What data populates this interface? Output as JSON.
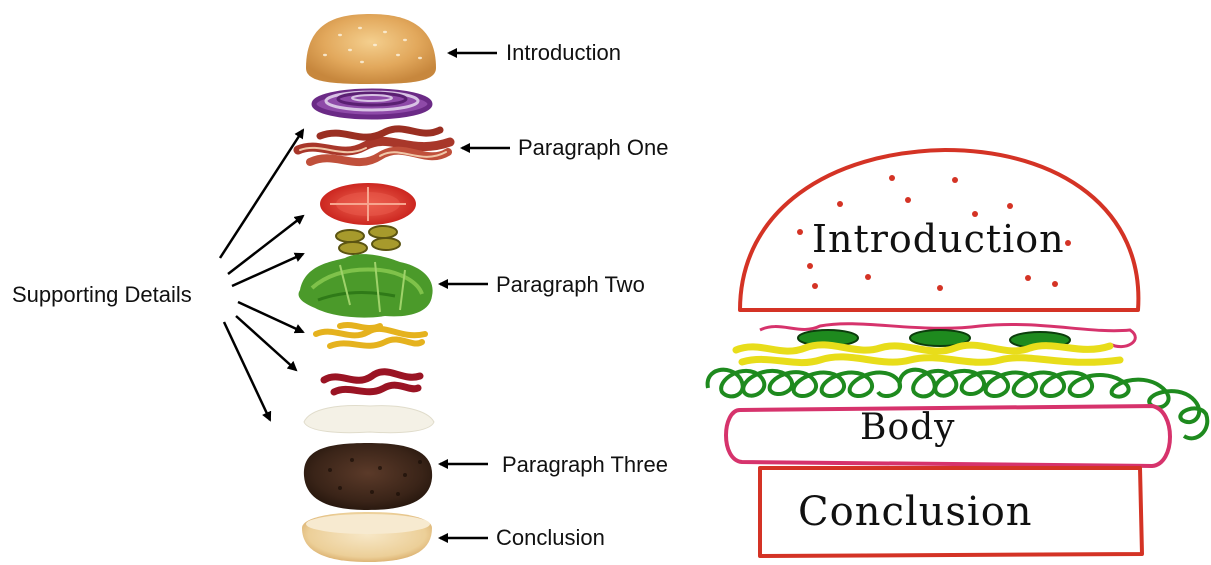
{
  "photo_stack": {
    "labels": {
      "introduction": "Introduction",
      "paragraph_one": "Paragraph One",
      "paragraph_two": "Paragraph Two",
      "paragraph_three": "Paragraph Three",
      "conclusion": "Conclusion",
      "supporting_details": "Supporting Details"
    },
    "layers": [
      "top-bun",
      "onion",
      "bacon",
      "tomato",
      "pickles",
      "lettuce",
      "mustard",
      "ketchup",
      "mayo",
      "patty",
      "bottom-bun"
    ]
  },
  "drawing": {
    "labels": {
      "introduction": "Introduction",
      "body": "Body",
      "conclusion": "Conclusion"
    }
  },
  "colors": {
    "drawing_red": "#d43325",
    "drawing_green": "#1e8a1e",
    "drawing_yellow": "#e8dd1a",
    "drawing_pink": "#d6336c",
    "arrow": "#000000"
  }
}
